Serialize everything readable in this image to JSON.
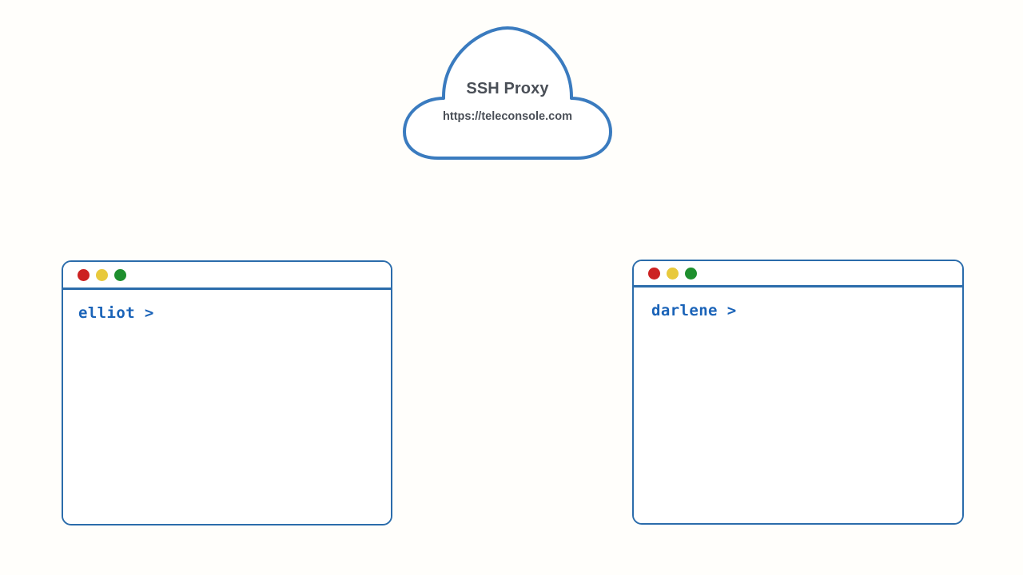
{
  "diagram": {
    "background_color": "#fffefb",
    "accent_color": "#2b6cab",
    "text_color": "#4a4f57"
  },
  "cloud": {
    "icon": "cloud-shape",
    "title": "SSH Proxy",
    "subtitle": "https://teleconsole.com",
    "stroke_color": "#3a7bbf"
  },
  "terminals": [
    {
      "id": "left",
      "prompt": "elliot >",
      "user": "elliot",
      "prompt_color": "#1a63b8",
      "buttons": [
        {
          "name": "close",
          "color": "#cc2222"
        },
        {
          "name": "minimize",
          "color": "#e8c93c"
        },
        {
          "name": "maximize",
          "color": "#1e8f2e"
        }
      ]
    },
    {
      "id": "right",
      "prompt": "darlene >",
      "user": "darlene",
      "prompt_color": "#1a63b8",
      "buttons": [
        {
          "name": "close",
          "color": "#cc2222"
        },
        {
          "name": "minimize",
          "color": "#e8c93c"
        },
        {
          "name": "maximize",
          "color": "#1e8f2e"
        }
      ]
    }
  ]
}
